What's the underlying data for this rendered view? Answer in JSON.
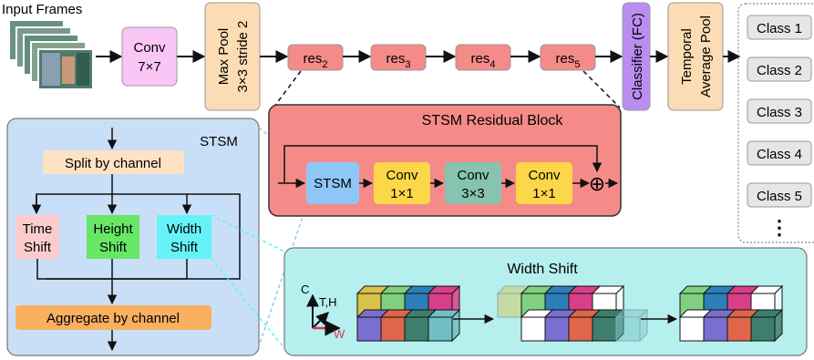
{
  "pipeline": {
    "input_label": "Input Frames",
    "conv7": [
      "Conv",
      "7×7"
    ],
    "maxpool": [
      "Max Pool",
      "3×3 stride 2"
    ],
    "res": [
      {
        "base": "res",
        "sub": "2"
      },
      {
        "base": "res",
        "sub": "3"
      },
      {
        "base": "res",
        "sub": "4"
      },
      {
        "base": "res",
        "sub": "5"
      }
    ],
    "classifier": "Classifier (FC)",
    "temporal_pool": [
      "Temporal",
      "Average Pool"
    ],
    "classes": [
      "Class 1",
      "Class 2",
      "Class 3",
      "Class 4",
      "Class 5"
    ],
    "classes_more": "⋮"
  },
  "residual_block": {
    "title": "STSM Residual Block",
    "stsm_label": "STSM",
    "convs": [
      [
        "Conv",
        "1×1"
      ],
      [
        "Conv",
        "3×3"
      ],
      [
        "Conv",
        "1×1"
      ]
    ],
    "sum_symbol": "⊕"
  },
  "stsm_detail": {
    "title": "STSM",
    "split": "Split by channel",
    "shifts": [
      [
        "Time",
        "Shift"
      ],
      [
        "Height",
        "Shift"
      ],
      [
        "Width",
        "Shift"
      ]
    ],
    "aggregate": "Aggregate by channel"
  },
  "width_shift": {
    "title": "Width Shift",
    "axis_c": "C",
    "axis_th": "T,H",
    "axis_w": "W"
  },
  "colors": {
    "conv7": "#f9c6f5",
    "maxpool": "#fcdcb4",
    "res": "#f58b88",
    "classifier": "#b98ef0",
    "temporal": "#fcdcb4",
    "class_box": "#e6e6e6",
    "block_bg": "#f58b88",
    "stsm_box": "#8ec7f5",
    "conv_yellow": "#fcd74a",
    "conv_teal": "#86c3b0",
    "stsm_bg": "#c9dff7",
    "split": "#fde2c4",
    "time": "#fccccc",
    "height": "#66e766",
    "width": "#66f3f7",
    "aggregate": "#f9b060",
    "ws_bg": "#b6f0ee",
    "axis_w": "#e0305a",
    "cube": [
      "#d8c24a",
      "#7fd17f",
      "#2c7fb8",
      "#d93f88",
      "#7a6fd0",
      "#e0664a",
      "#3d7f6c",
      "#6fbfc4"
    ]
  }
}
